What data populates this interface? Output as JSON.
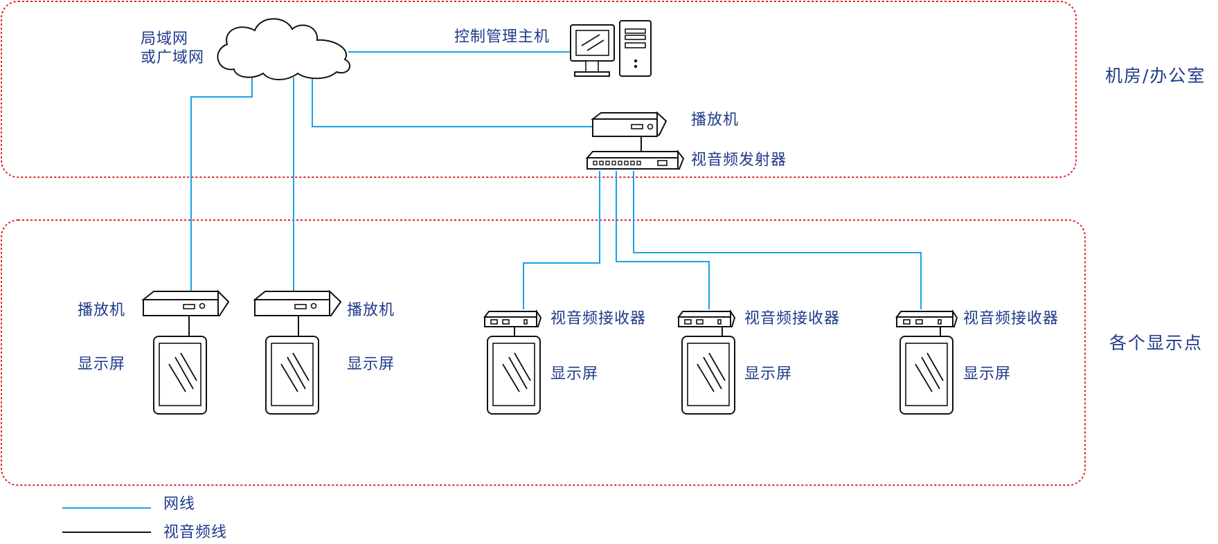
{
  "zones": {
    "machine_room_label": "机房/办公室",
    "display_points_label": "各个显示点"
  },
  "network": {
    "cloud_label_line1": "局域网",
    "cloud_label_line2": "或广域网"
  },
  "devices": {
    "control_host_label": "控制管理主机",
    "central_player_label": "播放机",
    "transmitter_label": "视音频发射器",
    "remote_players": [
      {
        "player_label": "播放机",
        "screen_label": "显示屏"
      },
      {
        "player_label": "播放机",
        "screen_label": "显示屏"
      }
    ],
    "receivers": [
      {
        "receiver_label": "视音频接收器",
        "screen_label": "显示屏"
      },
      {
        "receiver_label": "视音频接收器",
        "screen_label": "显示屏"
      },
      {
        "receiver_label": "视音频接收器",
        "screen_label": "显示屏"
      }
    ]
  },
  "legend": {
    "network_cable_label": "网线",
    "av_cable_label": "视音频线"
  },
  "colors": {
    "network_cable": "#1aa3e0",
    "av_cable": "#111111",
    "zone_border": "#e0222a",
    "label_text": "#1f3a8a"
  }
}
